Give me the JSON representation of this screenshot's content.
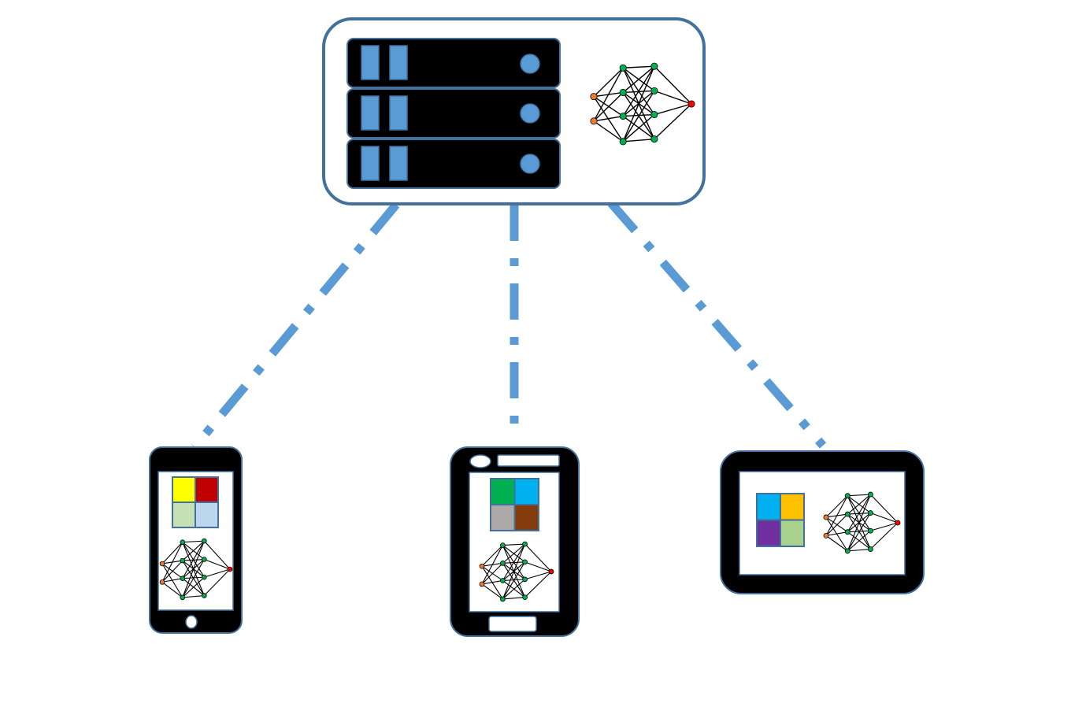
{
  "colors": {
    "background": "#ffffff",
    "link": "#5b9bd5",
    "outline": "#41719c",
    "device_body": "#000000",
    "screen": "#ffffff",
    "node_input": "#ed7d31",
    "node_hidden": "#00b050",
    "node_output": "#ff0000",
    "edge": "#000000"
  },
  "server": {
    "icon": "server-rack-icon",
    "units": 3,
    "model_icon": "neural-network-icon"
  },
  "devices": [
    {
      "id": "smartphone",
      "icon": "smartphone-icon",
      "tiles": [
        "#ffff00",
        "#c00000",
        "#c5e0b4",
        "#bdd7ee"
      ],
      "model_icon": "neural-network-icon"
    },
    {
      "id": "phablet",
      "icon": "phablet-icon",
      "tiles": [
        "#00b050",
        "#00b0f0",
        "#aeaaaa",
        "#843c0c"
      ],
      "model_icon": "neural-network-icon"
    },
    {
      "id": "tablet",
      "icon": "tablet-icon",
      "tiles": [
        "#00b0f0",
        "#ffc000",
        "#7030a0",
        "#a9d18e"
      ],
      "model_icon": "neural-network-icon"
    }
  ],
  "links": [
    {
      "from": "server",
      "to": "smartphone",
      "style": "dash-dot"
    },
    {
      "from": "server",
      "to": "phablet",
      "style": "dash-dot"
    },
    {
      "from": "server",
      "to": "tablet",
      "style": "dash-dot"
    }
  ]
}
